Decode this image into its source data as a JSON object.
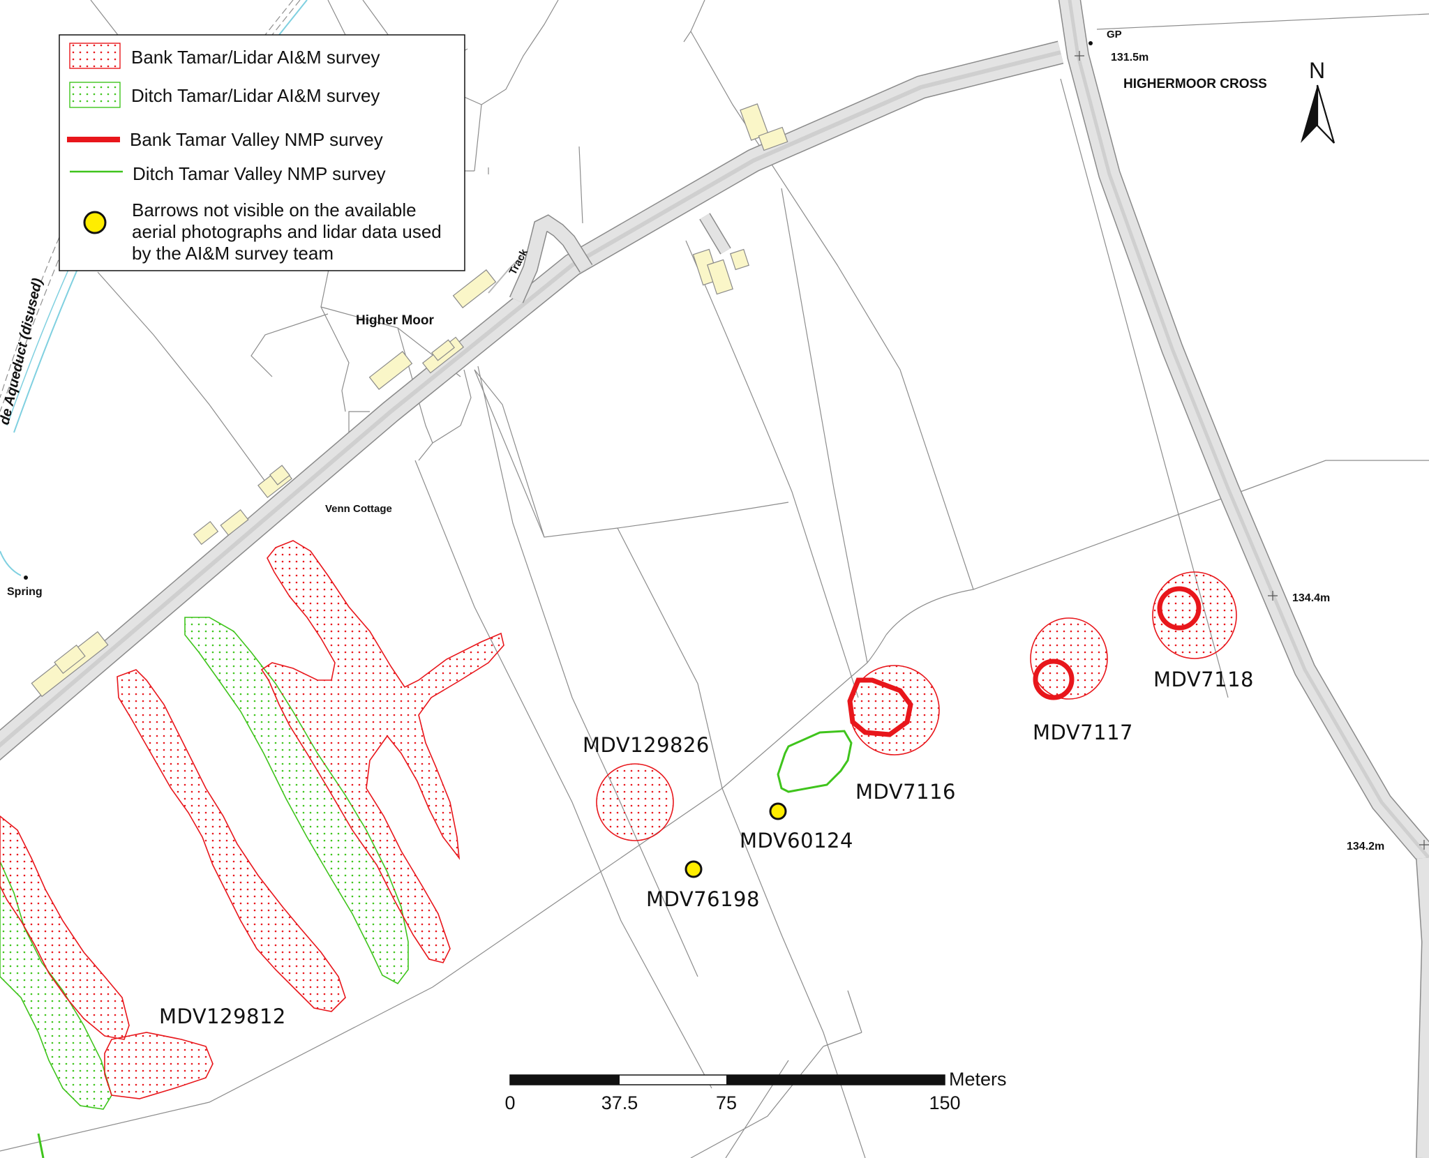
{
  "legend": {
    "items": [
      {
        "label": "Bank Tamar/Lidar AI&M survey",
        "symbol": "red-dot-fill-box"
      },
      {
        "label": "Ditch Tamar/Lidar AI&M survey",
        "symbol": "green-dot-fill-box"
      },
      {
        "label": "Bank Tamar Valley NMP survey",
        "symbol": "thick-red-line"
      },
      {
        "label": "Ditch Tamar Valley NMP survey",
        "symbol": "thin-green-line"
      }
    ],
    "barrow_note": [
      "Barrows not visible on the available",
      "aerial photographs and lidar data used",
      "by the AI&M survey team"
    ]
  },
  "places": {
    "gp": "GP",
    "height_1": "131.5m",
    "cross": "HIGHERMOOR CROSS",
    "track": "Track",
    "higher_moor": "Higher Moor",
    "aqueduct": "de Aqueduct (disused)",
    "venn": "Venn Cottage",
    "spring": "Spring",
    "height_2": "134.4m",
    "height_3": "134.2m"
  },
  "monuments": {
    "m1": "MDV129826",
    "m2": "MDV60124",
    "m3": "MDV76198",
    "m4": "MDV7116",
    "m5": "MDV7117",
    "m6": "MDV7118",
    "m7": "MDV129812"
  },
  "north": "N",
  "scale": {
    "unit": "Meters",
    "ticks": [
      "0",
      "37.5",
      "75",
      "150"
    ]
  },
  "colors": {
    "bank_red": "#e8161b",
    "ditch_green": "#3fc41c",
    "barrow_yellow": "#ffed00",
    "building": "#faf6c8",
    "road": "#e3e3e3"
  }
}
